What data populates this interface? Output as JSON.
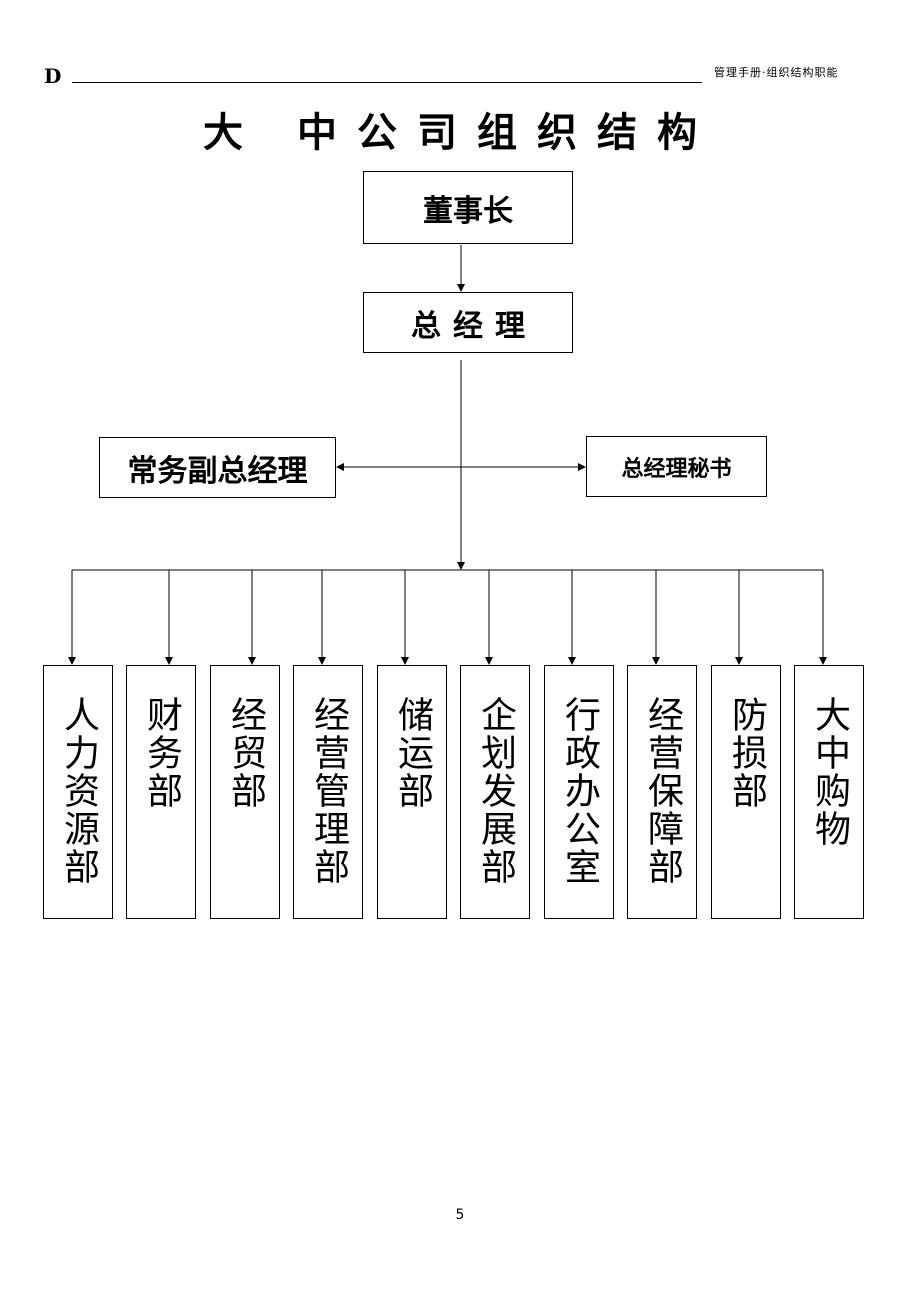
{
  "header": {
    "logo": "D",
    "running_title": "管理手册·组织结构职能"
  },
  "title": "大 中公司组织结构",
  "nodes": {
    "chairman": "董事长",
    "general_manager": "总经理",
    "executive_vp": "常务副总经理",
    "gm_secretary": "总经理秘书"
  },
  "departments": [
    "人力资源部",
    "财务部",
    "经贸部",
    "经营管理部",
    "储运部",
    "企划发展部",
    "行政办公室",
    "经营保障部",
    "防损部",
    "大中购物"
  ],
  "page_number": "5"
}
